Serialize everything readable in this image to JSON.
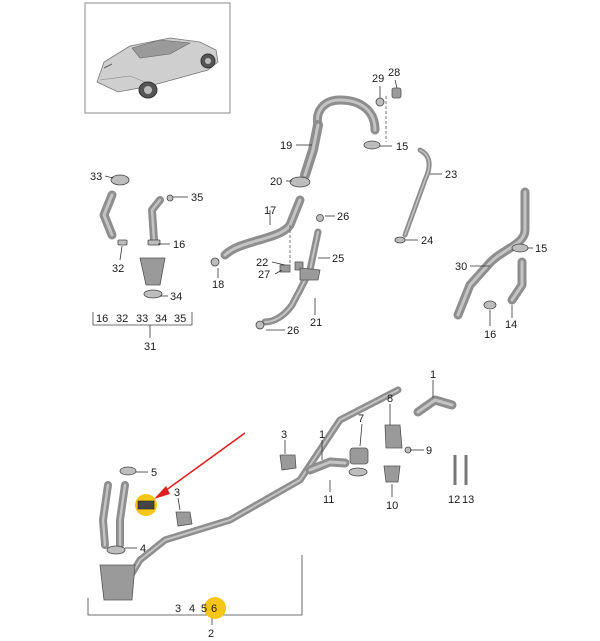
{
  "callouts": {
    "c28": "28",
    "c29": "29",
    "c19": "19",
    "c15a": "15",
    "c23": "23",
    "c20": "20",
    "c24": "24",
    "c33": "33",
    "c35": "35",
    "c17": "17",
    "c26a": "26",
    "c16a": "16",
    "c22": "22",
    "c25": "25",
    "c27": "27",
    "c32": "32",
    "c34": "34",
    "c18": "18",
    "c21": "21",
    "c26b": "26",
    "c15b": "15",
    "c30": "30",
    "c14": "14",
    "c16b": "16",
    "c1a": "1",
    "c8": "8",
    "c3a": "3",
    "c7": "7",
    "c1b": "1",
    "c9": "9",
    "c5": "5",
    "c3b": "3",
    "c11": "11",
    "c10": "10",
    "c12": "12",
    "c13": "13",
    "c4": "4",
    "c2": "2"
  },
  "groups": {
    "group31": {
      "label": "31",
      "items": [
        "16",
        "32",
        "33",
        "34",
        "35"
      ]
    },
    "group2": {
      "label": "2",
      "items": [
        "3",
        "4",
        "5",
        "6"
      ]
    }
  },
  "highlight_color": "#f5c518",
  "arrow_color": "#e02020"
}
